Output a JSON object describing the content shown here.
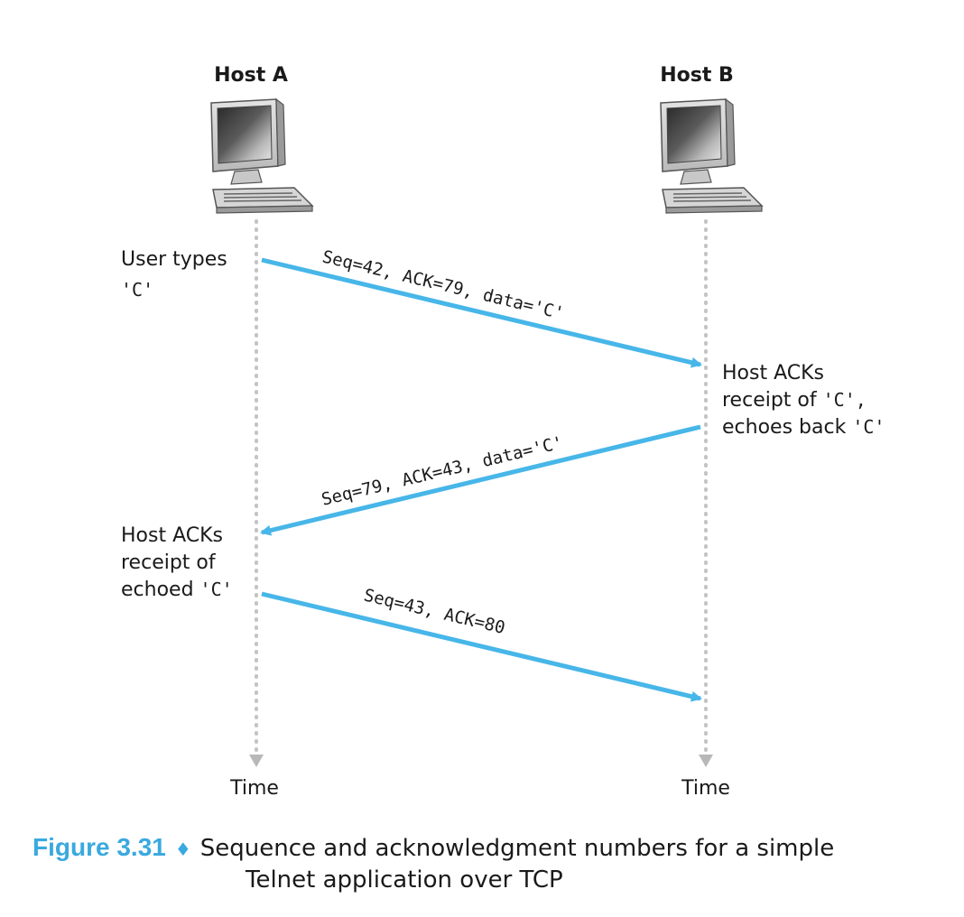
{
  "hosts": {
    "a": {
      "label": "Host A"
    },
    "b": {
      "label": "Host B"
    }
  },
  "notes": {
    "a1": {
      "text": "User types",
      "code": "'C'"
    },
    "b1": {
      "line1": "Host ACKs",
      "line2_text": "receipt of ",
      "line2_code": "'C',",
      "line3_text": "echoes back ",
      "line3_code": "'C'"
    },
    "a2": {
      "line1": "Host ACKs",
      "line2": "receipt of",
      "line3_text": "echoed ",
      "line3_code": "'C'"
    }
  },
  "messages": [
    {
      "label": "Seq=42, ACK=79, data='C'",
      "direction": "A-to-B"
    },
    {
      "label": "Seq=79, ACK=43, data='C'",
      "direction": "B-to-A"
    },
    {
      "label": "Seq=43, ACK=80",
      "direction": "A-to-B"
    }
  ],
  "time_labels": {
    "a": "Time",
    "b": "Time"
  },
  "caption": {
    "figure": "Figure 3.31",
    "separator": "♦",
    "line1": "Sequence and acknowledgment numbers for a simple",
    "line2": "Telnet application over TCP"
  },
  "colors": {
    "arrow": "#47b6e8",
    "timeline": "#c4c4c4",
    "caption_accent": "#3aa9df"
  },
  "icons": {
    "host_a": "desktop-computer-icon",
    "host_b": "desktop-computer-icon"
  }
}
